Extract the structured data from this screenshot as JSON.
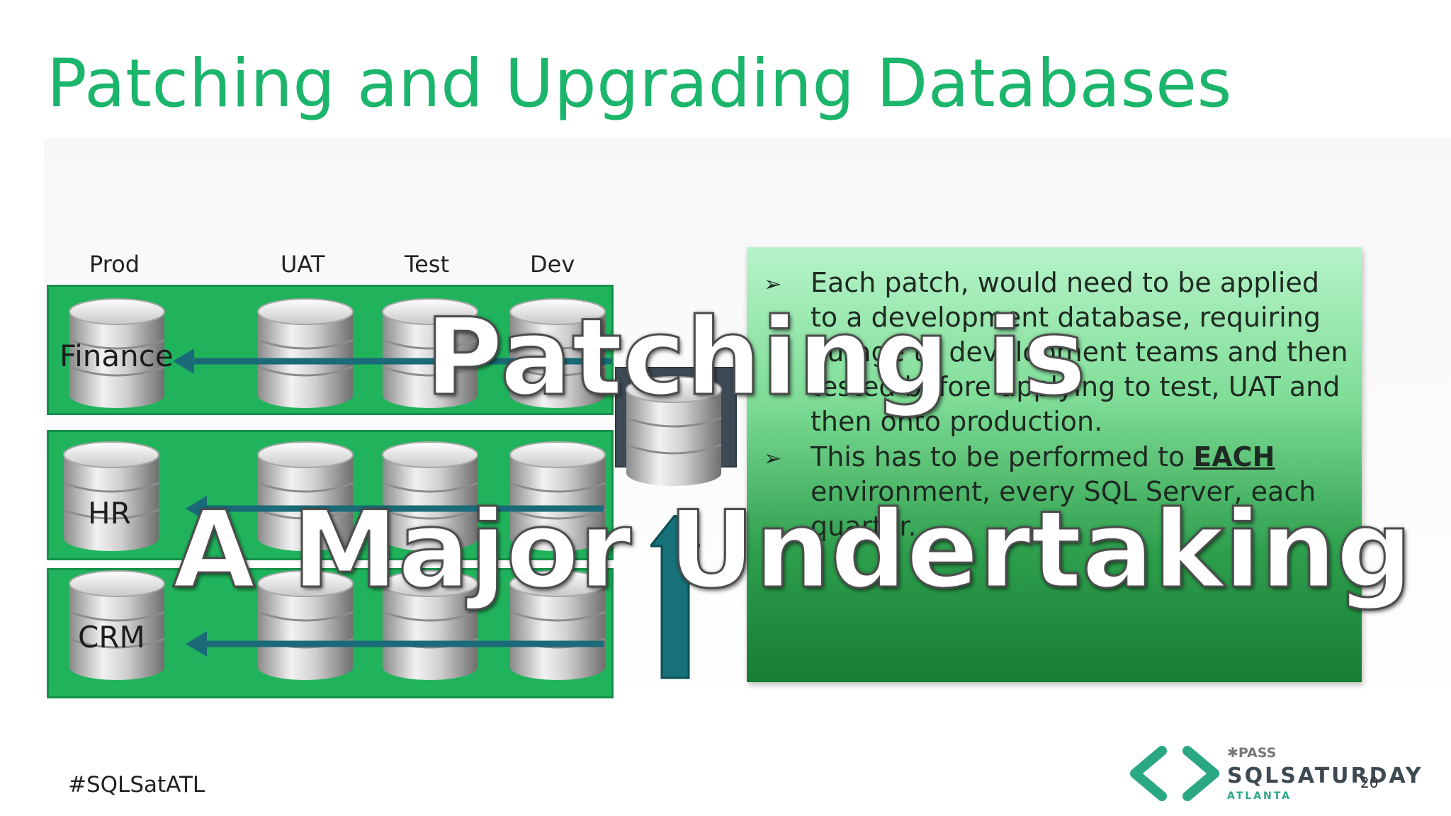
{
  "slide": {
    "title": "Patching and Upgrading Databases",
    "hashtag": "#SQLSatATL",
    "page_number": "20"
  },
  "diagram": {
    "environments": [
      "Prod",
      "UAT",
      "Test",
      "Dev"
    ],
    "rows": [
      {
        "label": "Finance"
      },
      {
        "label": "HR"
      },
      {
        "label": "CRM"
      }
    ],
    "icons": {
      "database": "database-cylinder-icon",
      "arrow": "left-arrow-icon",
      "up_arrow": "up-arrow-icon"
    },
    "colors": {
      "row_fill": "#21b35c",
      "arrow": "#1a6a78",
      "dev_tile": "#3d4a55"
    }
  },
  "info_box": {
    "bullet_marker": "➢",
    "bullets": [
      {
        "text": "Each patch, would need to be applied to a development database, requiring outage to development teams and then tested before applying to test, UAT and then onto production."
      },
      {
        "text_before": "This has to be performed to ",
        "emphasis": "EACH",
        "text_after": " environment, every SQL Server, each quarter."
      }
    ]
  },
  "overlay": {
    "line1": "Patching is",
    "line2": "A Major Undertaking"
  },
  "logo": {
    "pass": "PASS",
    "name": "SQLSATURDAY",
    "city": "ATLANTA",
    "accent": "#2aa884"
  }
}
